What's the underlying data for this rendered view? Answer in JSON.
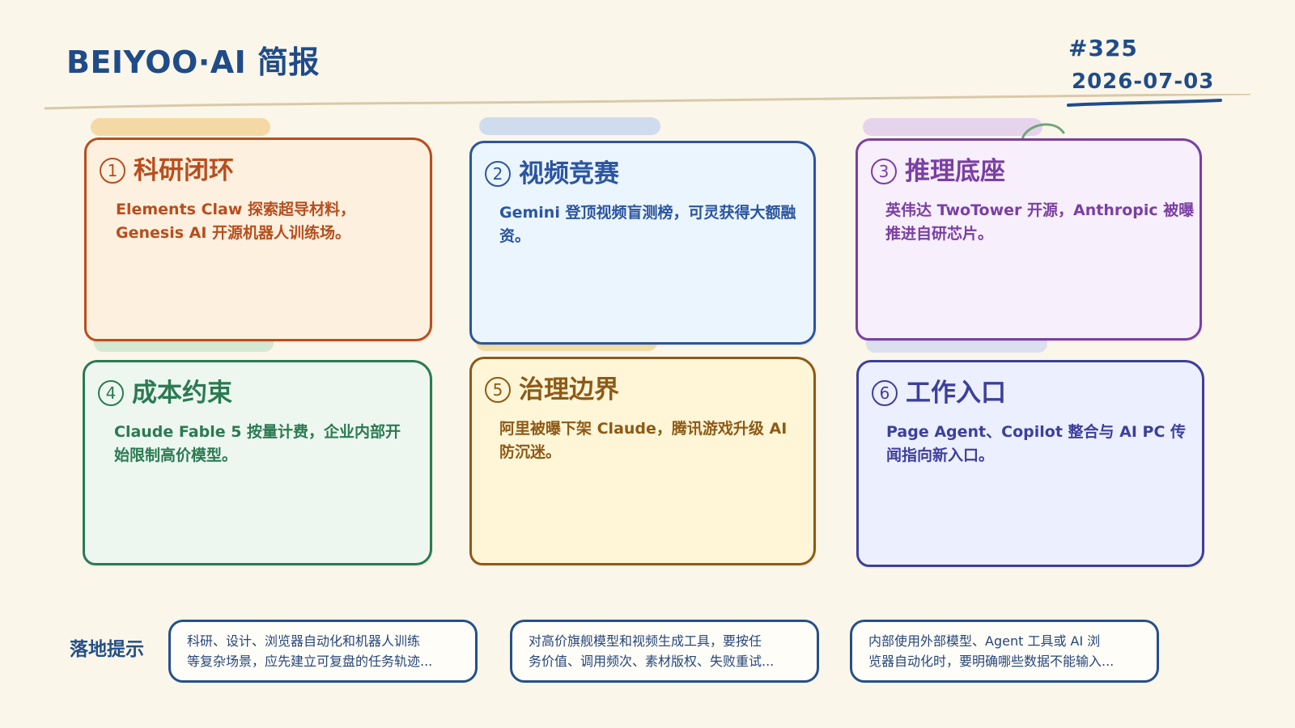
{
  "header": {
    "title": "BEIYOO·AI 简报",
    "issue_number": "#325",
    "issue_date": "2026-07-03"
  },
  "cards": [
    {
      "number": "1",
      "title": "科研闭环",
      "summary": "Elements Claw 探索超导材料，Genesis AI 开源机器人训练场。",
      "colors": {
        "border": "#b84e1e",
        "fill": "#fdf0df",
        "text": "#b84e1e"
      }
    },
    {
      "number": "2",
      "title": "视频竞赛",
      "summary": "Gemini 登顶视频盲测榜，可灵获得大额融资。",
      "colors": {
        "border": "#2b55a0",
        "fill": "#ebf5fe",
        "text": "#2b55a0"
      }
    },
    {
      "number": "3",
      "title": "推理底座",
      "summary": "英伟达 TwoTower 开源，Anthropic 被曝推进自研芯片。",
      "colors": {
        "border": "#7b3fa3",
        "fill": "#f7effc",
        "text": "#7b3fa3"
      }
    },
    {
      "number": "4",
      "title": "成本约束",
      "summary": "Claude Fable 5 按量计费，企业内部开始限制高价模型。",
      "colors": {
        "border": "#2a7a52",
        "fill": "#edf7ef",
        "text": "#2a7a52"
      }
    },
    {
      "number": "5",
      "title": "治理边界",
      "summary": "阿里被曝下架 Claude，腾讯游戏升级 AI 防沉迷。",
      "colors": {
        "border": "#8e5a15",
        "fill": "#fff6d8",
        "text": "#8e5a15"
      }
    },
    {
      "number": "6",
      "title": "工作入口",
      "summary": "Page Agent、Copilot 整合与 AI PC 传闻指向新入口。",
      "colors": {
        "border": "#3d3f9b",
        "fill": "#eceffe",
        "text": "#3d3f9b"
      }
    }
  ],
  "footer": {
    "label": "落地提示",
    "tips": [
      "科研、设计、浏览器自动化和机器人训练\n等复杂场景，应先建立可复盘的任务轨迹...",
      "对高价旗舰模型和视频生成工具，要按任\n务价值、调用频次、素材版权、失败重试...",
      "内部使用外部模型、Agent 工具或 AI 浏\n览器自动化时，要明确哪些数据不能输入..."
    ]
  },
  "decor_colors": {
    "tape_1": "#f2cf8c",
    "tape_2": "#bfd3f0",
    "tape_3": "#dec8ee",
    "tape_4": "#c7e3cc",
    "tape_5": "#f1d48d",
    "tape_6": "#cfd8f2",
    "rule": "#d9c9a8",
    "ink": "#1f4c89"
  }
}
